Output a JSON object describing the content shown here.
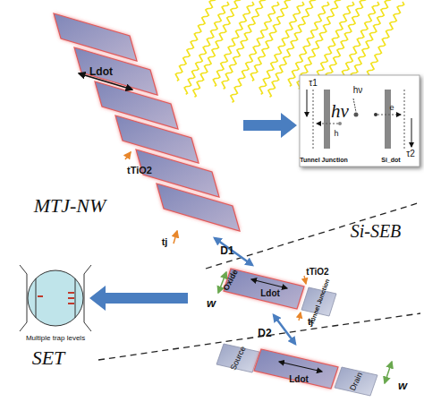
{
  "diagram": {
    "nodes": [
      {
        "text": [
          "Source"
        ]
      },
      {
        "text": [
          "Drain"
        ]
      }
    ],
    "labels": [
      "hν",
      "MTJ-NW",
      "Ldot",
      "tTiO2",
      "tj",
      "D1",
      "D2",
      "Si-SEB",
      "SET",
      "w",
      "Oxide",
      "Ldot",
      "tTiO2",
      "Tunnel Junction",
      "tj",
      "w",
      "Ldot",
      "Multiple trap levels",
      "τ1",
      "hν",
      "h",
      "e",
      "τ2",
      "Tunnel Junction",
      "Si_dot"
    ]
  }
}
